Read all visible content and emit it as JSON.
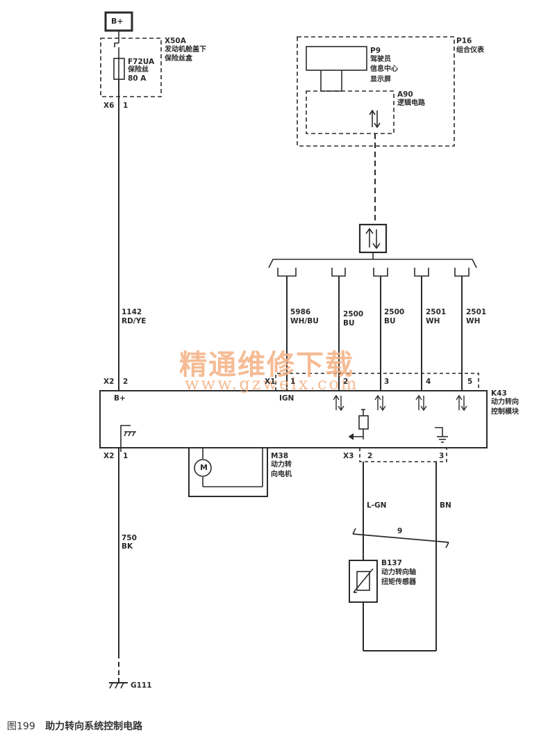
{
  "power": {
    "label": "B+"
  },
  "fuse_box": {
    "id": "X50A",
    "name_line1": "发动机舱盖下",
    "name_line2": "保险丝盒"
  },
  "fuse": {
    "id": "F72UA",
    "type": "保险丝",
    "rating": "80 A"
  },
  "fuse_connector": {
    "connector": "X6",
    "pin": "1"
  },
  "cluster": {
    "id": "P16",
    "name": "组合仪表"
  },
  "display": {
    "id": "P9",
    "name_line1": "驾驶员",
    "name_line2": "信息中心",
    "name_line3": "显示屏"
  },
  "logic": {
    "id": "A90",
    "name": "逻辑电路"
  },
  "wires": [
    {
      "circuit": "1142",
      "color": "RD/YE"
    },
    {
      "circuit": "5986",
      "color": "WH/BU"
    },
    {
      "circuit": "2500",
      "color": "BU"
    },
    {
      "circuit": "2500",
      "color": "BU"
    },
    {
      "circuit": "2501",
      "color": "WH"
    },
    {
      "circuit": "2501",
      "color": "WH"
    },
    {
      "circuit": "750",
      "color": "BK"
    }
  ],
  "x1": {
    "connector": "X1",
    "pins": [
      "1",
      "2",
      "3",
      "4",
      "5"
    ]
  },
  "module": {
    "id": "K43",
    "name_line1": "动力转向",
    "name_line2": "控制模块",
    "bplus": "B+",
    "ign": "IGN"
  },
  "x2_top": {
    "connector": "X2",
    "pin": "2"
  },
  "x2_bottom": {
    "connector": "X2",
    "pin": "1"
  },
  "x3": {
    "connector": "X3",
    "pins": [
      "2",
      "3"
    ]
  },
  "motor": {
    "id": "M38",
    "name_line1": "动力转",
    "name_line2": "向电机",
    "symbol": "M"
  },
  "sensor_wires": {
    "left": "L-GN",
    "right": "BN",
    "twist": "9"
  },
  "sensor": {
    "id": "B137",
    "name_line1": "动力转向轴",
    "name_line2": "扭矩传感器"
  },
  "ground": {
    "id": "G111"
  },
  "watermark": {
    "line1": "精通维修下载",
    "line2": "www.gzweix.com"
  },
  "caption": {
    "fig": "图199",
    "title": "助力转向系统控制电路"
  },
  "colors": {
    "ink": "#2a2a2a",
    "watermark": "#f4b183",
    "background": "#ffffff"
  }
}
